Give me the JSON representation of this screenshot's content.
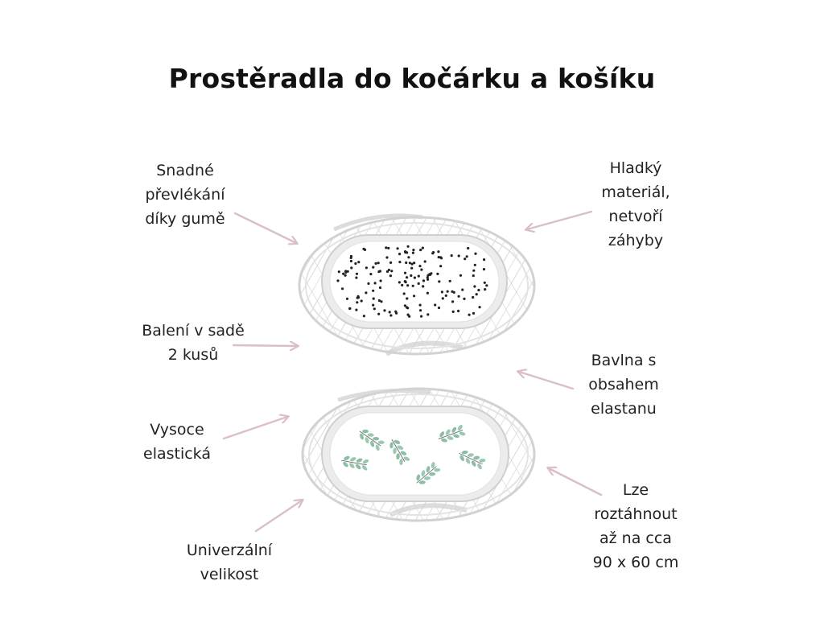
{
  "title": "Prostěradla do kočárku a košíku",
  "features": {
    "easy_change": [
      "Snadné",
      "převlékání",
      "díky gumě"
    ],
    "smooth": [
      "Hladký",
      "materiál,",
      "netvoří",
      "záhyby"
    ],
    "pack": [
      "Balení v sadě",
      "2 kusů"
    ],
    "cotton": [
      "Bavlna s",
      "obsahem",
      "elastanu"
    ],
    "elastic": [
      "Vysoce",
      "elastická"
    ],
    "stretch": [
      "Lze",
      "roztáhnout",
      "až na cca",
      "90 x 60 cm"
    ],
    "universal": [
      "Univerzální",
      "velikost"
    ]
  },
  "colors": {
    "arrow": "#d9bfc6",
    "wicker": "#d4d4d4",
    "sheet": "#ffffff",
    "dots": "#222222",
    "leaves": "#7fb79a"
  }
}
